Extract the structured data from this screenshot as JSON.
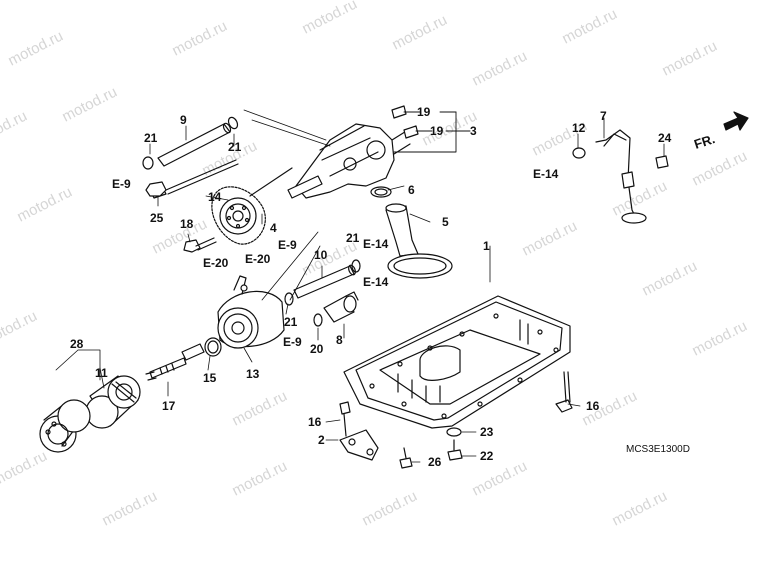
{
  "watermark": "motod.ru",
  "diagram_code": "MCS3E1300D",
  "direction_label": "FR.",
  "callouts": {
    "c1": "1",
    "c2": "2",
    "c3": "3",
    "c4": "4",
    "c5": "5",
    "c6": "6",
    "c7": "7",
    "c8": "8",
    "c9": "9",
    "c10": "10",
    "c11": "11",
    "c12": "12",
    "c13": "13",
    "c14": "14",
    "c15": "15",
    "c16a": "16",
    "c16b": "16",
    "c17": "17",
    "c18": "18",
    "c19a": "19",
    "c19b": "19",
    "c20": "20",
    "c21a": "21",
    "c21b": "21",
    "c21c": "21",
    "c21d": "21",
    "c22": "22",
    "c23": "23",
    "c24": "24",
    "c25": "25",
    "c26": "26",
    "c28": "28"
  },
  "refs": {
    "e9a": "E-9",
    "e9b": "E-9",
    "e9c": "E-9",
    "e14a": "E-14",
    "e14b": "E-14",
    "e14c": "E-14",
    "e20a": "E-20",
    "e20b": "E-20"
  }
}
